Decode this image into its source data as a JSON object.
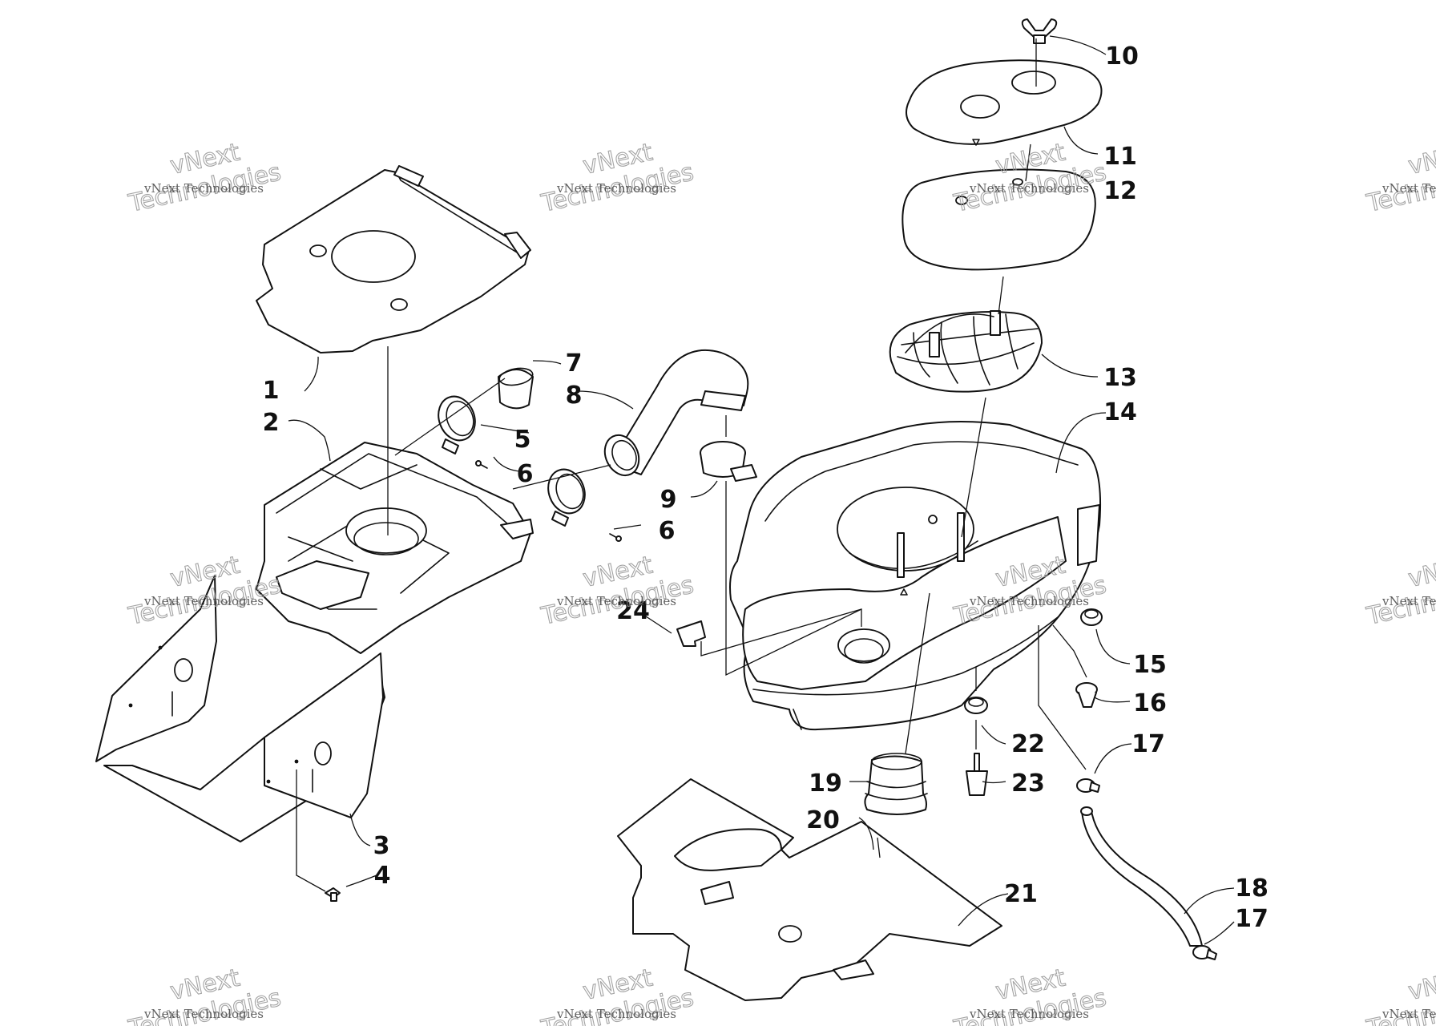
{
  "diagram": {
    "callouts": [
      "1",
      "2",
      "3",
      "4",
      "5",
      "6",
      "6",
      "7",
      "8",
      "9",
      "10",
      "11",
      "12",
      "13",
      "14",
      "15",
      "16",
      "17",
      "17",
      "18",
      "19",
      "20",
      "21",
      "22",
      "23",
      "24"
    ]
  },
  "watermark": {
    "small_text": "vNext Technologies",
    "big_lines": [
      "vNext",
      "Technologies"
    ]
  }
}
